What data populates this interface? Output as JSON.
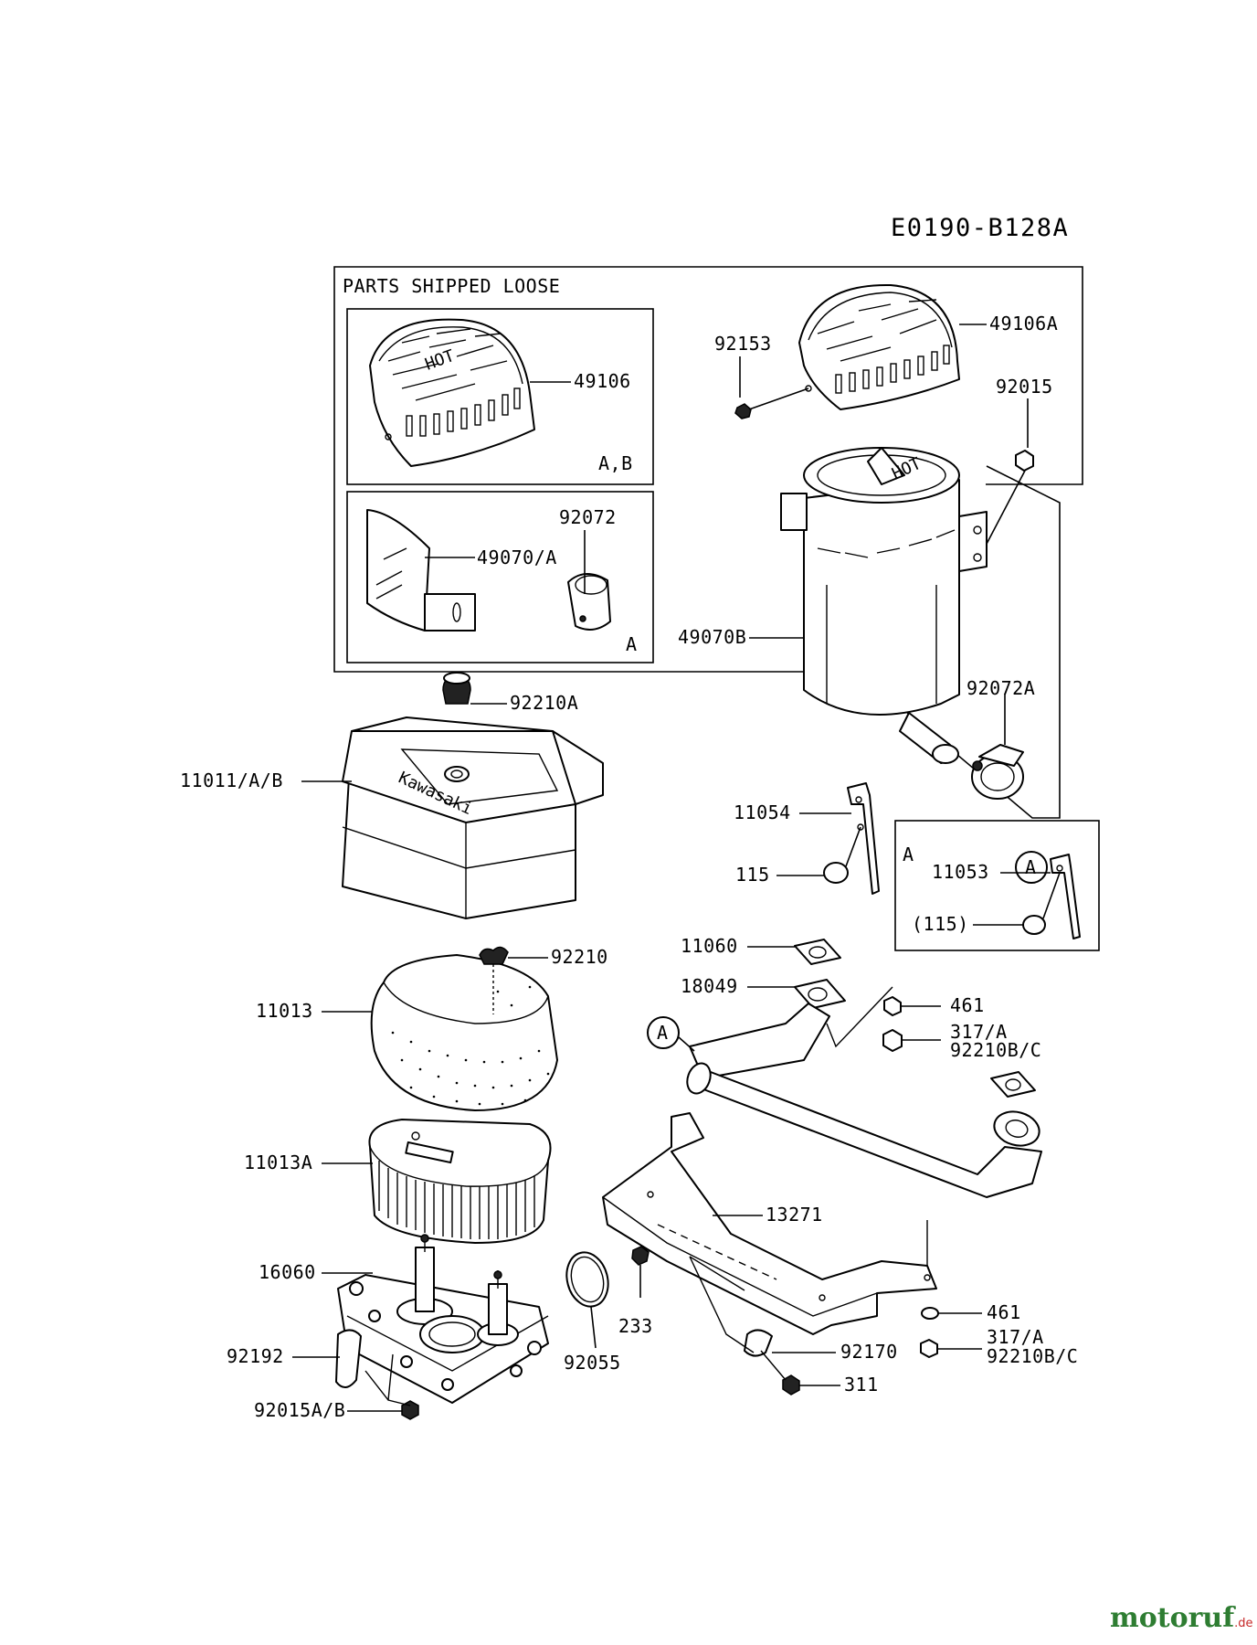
{
  "diagram": {
    "code": "E0190-B128A",
    "loose_box_title": "PARTS SHIPPED LOOSE",
    "variants": {
      "ab": "A,B",
      "a": "A",
      "detail": "A"
    },
    "callout_letter": "A",
    "cover_marking": "HOT",
    "brand_marking": "Kawasaki",
    "labels": {
      "p49106": "49106",
      "p49106A": "49106A",
      "p92153": "92153",
      "p92015": "92015",
      "p92072": "92072",
      "p49070A": "49070/A",
      "p49070B": "49070B",
      "p92072A": "92072A",
      "p92210A": "92210A",
      "p11011": "11011/A/B",
      "p11054": "11054",
      "p115": "115",
      "p11053": "11053",
      "p115b": "(115)",
      "p11060": "11060",
      "p92210": "92210",
      "p18049": "18049",
      "p461a": "461",
      "p317a": "317/A",
      "p92210Ba": "92210B/C",
      "p11013": "11013",
      "p11013A": "11013A",
      "p13271": "13271",
      "p16060": "16060",
      "p233": "233",
      "p461b": "461",
      "p317b": "317/A",
      "p92210Bb": "92210B/C",
      "p92170": "92170",
      "p92192": "92192",
      "p92055": "92055",
      "p311": "311",
      "p92015AB": "92015A/B"
    }
  },
  "watermark": {
    "brand": "motoruf",
    "tld": ".de"
  }
}
